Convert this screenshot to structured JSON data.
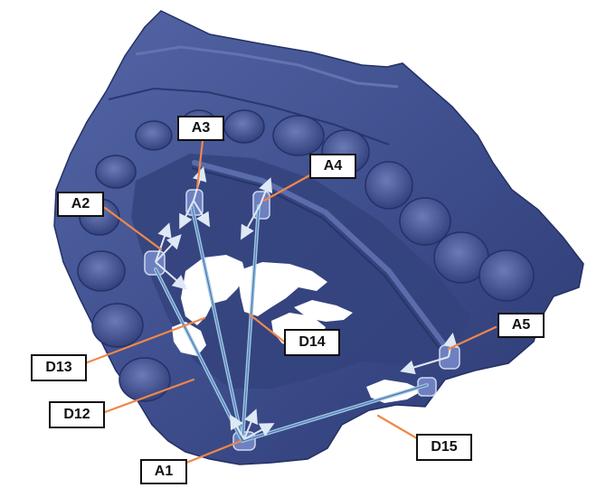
{
  "figure": {
    "labels": {
      "a1": "A1",
      "a2": "A2",
      "a3": "A3",
      "a4": "A4",
      "a5": "A5",
      "d12": "D12",
      "d13": "D13",
      "d14": "D14",
      "d15": "D15"
    }
  },
  "colors": {
    "model": "#3f4f8e",
    "model_light": "#5a6aa8",
    "model_dark": "#233064",
    "leader": "#f0874a",
    "measure_line": "#9fc6e6",
    "box_border": "#111111"
  }
}
